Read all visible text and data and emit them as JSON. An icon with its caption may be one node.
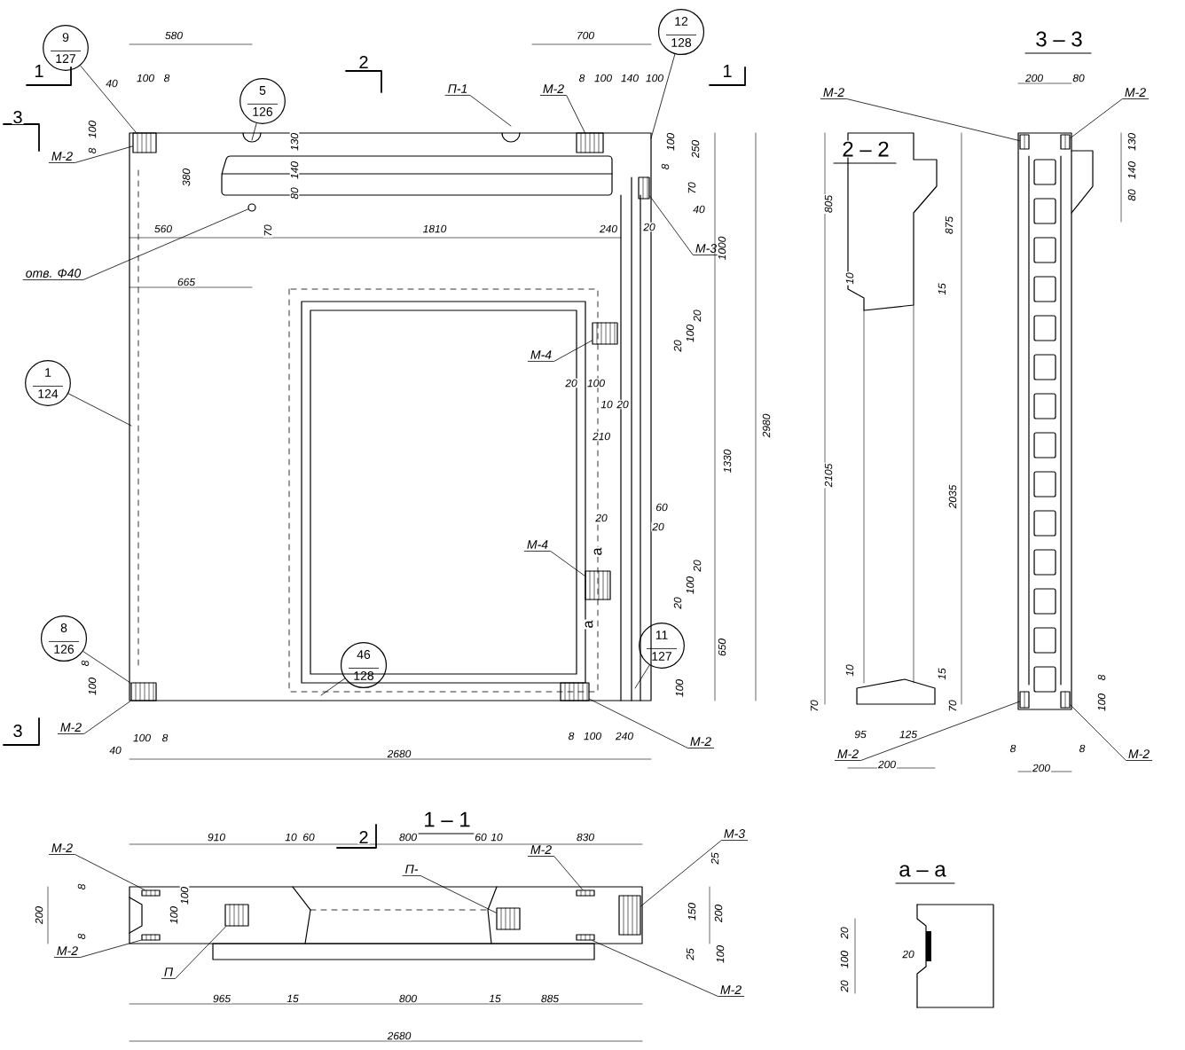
{
  "diagram": {
    "nodes": [
      {
        "text": [
          "9",
          "127"
        ]
      },
      {
        "text": [
          "5",
          "126"
        ]
      },
      {
        "text": [
          "12",
          "128"
        ]
      },
      {
        "text": [
          "1",
          "124"
        ]
      },
      {
        "text": [
          "8",
          "126"
        ]
      },
      {
        "text": [
          "46",
          "128"
        ]
      },
      {
        "text": [
          "11",
          "127"
        ]
      },
      {
        "text": [
          "М-2"
        ]
      },
      {
        "text": [
          "П-1"
        ]
      },
      {
        "text": [
          "М-2"
        ]
      },
      {
        "text": [
          "М-3"
        ]
      },
      {
        "text": [
          "М-4"
        ]
      },
      {
        "text": [
          "М-4"
        ]
      },
      {
        "text": [
          "М-2"
        ]
      },
      {
        "text": [
          "М-2"
        ]
      },
      {
        "text": [
          "отв. Ф40"
        ]
      },
      {
        "text": [
          "М-2"
        ]
      },
      {
        "text": [
          "М-2"
        ]
      },
      {
        "text": [
          "М-2"
        ]
      },
      {
        "text": [
          "М-2"
        ]
      },
      {
        "text": [
          "М-2"
        ]
      },
      {
        "text": [
          "М-2"
        ]
      },
      {
        "text": [
          "П"
        ]
      },
      {
        "text": [
          "П-"
        ]
      },
      {
        "text": [
          "М-2"
        ]
      },
      {
        "text": [
          "М-3"
        ]
      },
      {
        "text": [
          "М-2"
        ]
      },
      {
        "text": [],
        "shape": "box"
      },
      {
        "text": [],
        "shape": "box"
      },
      {
        "text": [],
        "shape": "box"
      },
      {
        "text": [],
        "shape": "box"
      },
      {
        "text": [],
        "shape": "box"
      },
      {
        "text": [],
        "shape": "box"
      },
      {
        "text": [],
        "shape": "box"
      },
      {
        "text": [],
        "shape": "circle"
      },
      {
        "text": [],
        "shape": "box"
      },
      {
        "text": [],
        "shape": "box"
      },
      {
        "text": [],
        "shape": "box"
      },
      {
        "text": [],
        "shape": "box"
      },
      {
        "text": [],
        "shape": "box"
      },
      {
        "text": [],
        "shape": "box"
      },
      {
        "text": [],
        "shape": "box"
      },
      {
        "text": [],
        "shape": "box"
      },
      {
        "text": [],
        "shape": "box"
      },
      {
        "text": [],
        "shape": "box"
      },
      {
        "text": [],
        "shape": "box"
      }
    ],
    "edges": [
      {
        "from": 0,
        "to": 27,
        "arrow": "none"
      },
      {
        "from": 1,
        "to": null,
        "arrow": "none"
      },
      {
        "from": 2,
        "to": null,
        "arrow": "none"
      },
      {
        "from": 3,
        "to": null,
        "arrow": "none"
      },
      {
        "from": 4,
        "to": 32,
        "arrow": "none"
      },
      {
        "from": 5,
        "to": null,
        "arrow": "none"
      },
      {
        "from": 6,
        "to": null,
        "arrow": "none"
      },
      {
        "from": 7,
        "to": 27,
        "arrow": "none"
      },
      {
        "from": 8,
        "to": null,
        "arrow": "none"
      },
      {
        "from": 9,
        "to": 28,
        "arrow": "none"
      },
      {
        "from": 10,
        "to": 29,
        "arrow": "none"
      },
      {
        "from": 11,
        "to": 30,
        "arrow": "none"
      },
      {
        "from": 12,
        "to": 31,
        "arrow": "none"
      },
      {
        "from": 13,
        "to": 33,
        "arrow": "none"
      },
      {
        "from": 14,
        "to": 32,
        "arrow": "none"
      },
      {
        "from": 15,
        "to": 34,
        "arrow": "none"
      },
      {
        "from": 16,
        "to": 35,
        "arrow": "none"
      },
      {
        "from": 17,
        "to": 36,
        "arrow": "none"
      },
      {
        "from": 18,
        "to": 37,
        "arrow": "none"
      },
      {
        "from": 19,
        "to": 38,
        "arrow": "none"
      },
      {
        "from": 20,
        "to": 39,
        "arrow": "none"
      },
      {
        "from": 21,
        "to": 40,
        "arrow": "none"
      },
      {
        "from": 22,
        "to": 41,
        "arrow": "none"
      },
      {
        "from": 23,
        "to": 42,
        "arrow": "none"
      },
      {
        "from": 24,
        "to": 43,
        "arrow": "none"
      },
      {
        "from": 25,
        "to": 44,
        "arrow": "none"
      },
      {
        "from": 26,
        "to": 45,
        "arrow": "none"
      }
    ],
    "labels": [
      "1",
      "580",
      "2",
      "700",
      "1",
      "3",
      "40",
      "100",
      "8",
      "8",
      "100",
      "140",
      "100",
      "100",
      "8",
      "130",
      "140",
      "80",
      "380",
      "8",
      "100",
      "250",
      "70",
      "40",
      "560",
      "70",
      "1810",
      "240",
      "20",
      "1000",
      "665",
      "20",
      "100",
      "20",
      "20",
      "100",
      "10",
      "20",
      "210",
      "2980",
      "1330",
      "60",
      "20",
      "20",
      "а",
      "20",
      "100",
      "20",
      "а",
      "650",
      "100",
      "8",
      "100",
      "3",
      "100",
      "8",
      "40",
      "8",
      "100",
      "240",
      "2680",
      "2 – 2",
      "805",
      "875",
      "10",
      "15",
      "2105",
      "2035",
      "10",
      "15",
      "70",
      "70",
      "95",
      "125",
      "200",
      "3 – 3",
      "200",
      "80",
      "130",
      "140",
      "80",
      "8",
      "100",
      "8",
      "8",
      "200",
      "1 – 1",
      "910",
      "10",
      "60",
      "2",
      "800",
      "60",
      "10",
      "830",
      "8",
      "200",
      "8",
      "100",
      "100",
      "25",
      "150",
      "200",
      "25",
      "100",
      "965",
      "15",
      "800",
      "15",
      "885",
      "2680",
      "а – а",
      "20",
      "100",
      "20",
      "20"
    ]
  }
}
